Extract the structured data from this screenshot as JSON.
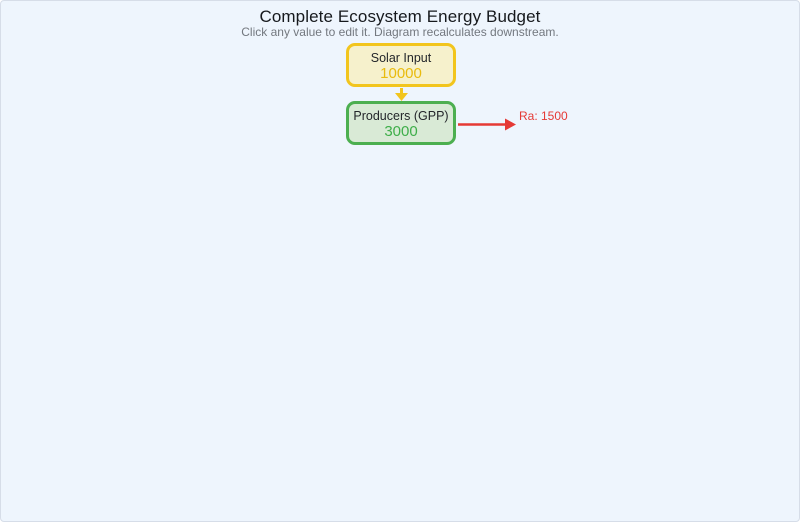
{
  "header": {
    "title": "Complete Ecosystem Energy Budget",
    "subtitle": "Click any value to edit it. Diagram recalculates downstream."
  },
  "diagram": {
    "nodes": [
      {
        "id": "solar-input",
        "label": "Solar Input",
        "value": "10000",
        "border_color": "#f2c51d",
        "fill_color": "#f6f1cc",
        "value_color": "#e9bb0e"
      },
      {
        "id": "producers-gpp",
        "label": "Producers (GPP)",
        "value": "3000",
        "border_color": "#4caf50",
        "fill_color": "#d9ead6",
        "value_color": "#3fae4a"
      }
    ],
    "flows": [
      {
        "id": "solar-to-producers",
        "label": "",
        "color": "#f2c51d"
      },
      {
        "id": "producers-respiration",
        "label": "Ra: 1500",
        "color": "#e53935"
      }
    ]
  },
  "colors": {
    "background": "#eef5fd",
    "stage_border": "#d6dde8",
    "title_text": "#16191d",
    "subtitle_text": "#73787f"
  }
}
